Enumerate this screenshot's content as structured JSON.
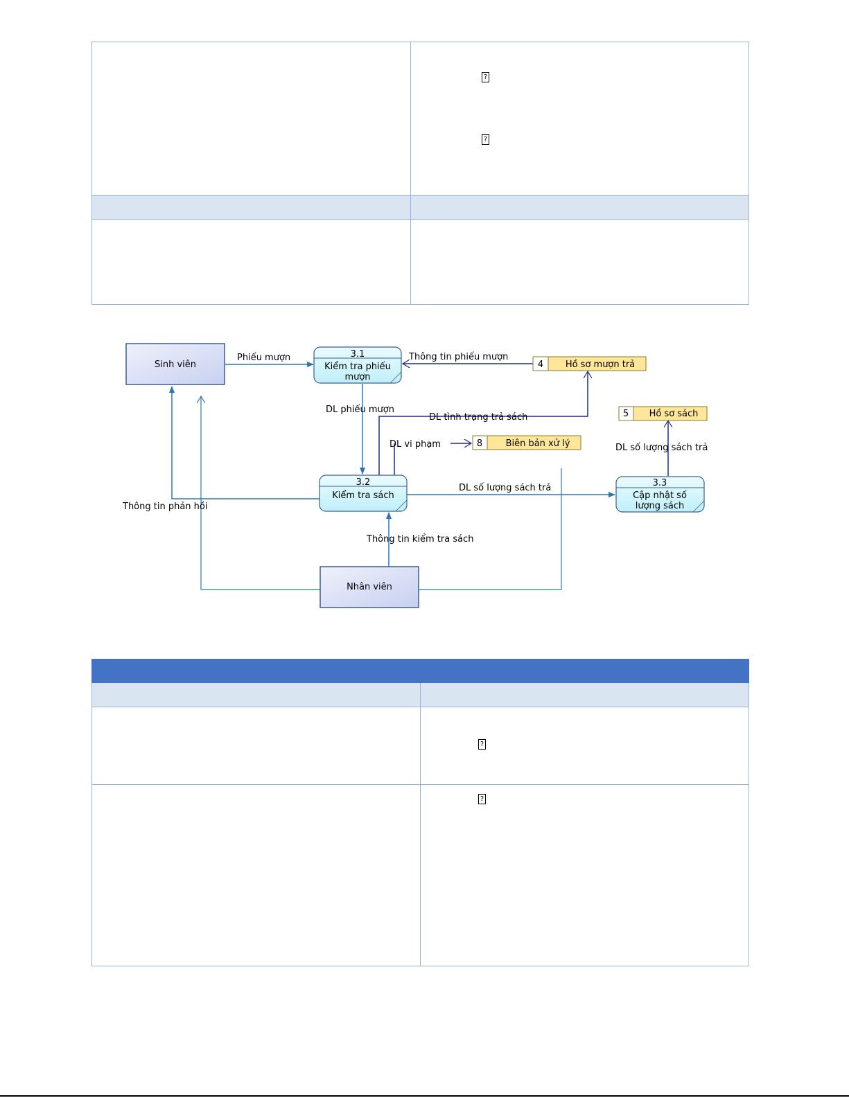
{
  "glyphs": {
    "missing_char": "?"
  },
  "diagram": {
    "external_entities": {
      "student": "Sinh viên",
      "staff": "Nhân viên"
    },
    "processes": [
      {
        "number": "3.1",
        "label_line1": "Kiểm tra phiếu",
        "label_line2": "mượn"
      },
      {
        "number": "3.2",
        "label_line1": "Kiểm tra sách",
        "label_line2": ""
      },
      {
        "number": "3.3",
        "label_line1": "Cập nhật số",
        "label_line2": "lượng sách"
      }
    ],
    "data_stores": [
      {
        "id": "4",
        "name": "Hồ sơ mượn trả"
      },
      {
        "id": "5",
        "name": "Hồ sơ sách"
      },
      {
        "id": "8",
        "name": "Biên bản xử lý"
      }
    ],
    "flows": {
      "borrow_slip": "Phiếu mượn",
      "borrow_slip_info": "Thông tin phiếu mượn",
      "borrow_slip_data": "DL phiếu mượn",
      "return_status_data": "DL tình trạng trả sách",
      "violation_data": "DL vi phạm",
      "returned_count_data": "DL số lượng sách trả",
      "returned_count_data_up": "DL số lượng sách trả",
      "feedback_info": "Thông tin phản hồi",
      "book_check_info": "Thông tin kiểm tra sách"
    }
  },
  "colors": {
    "table_border": "#95b3d7",
    "table_band": "#dbe5f1",
    "table_header": "#4472c4",
    "flow_blue": "#2e75b6",
    "flow_navy": "#1f2d86",
    "store_fill": "#ffe699"
  }
}
